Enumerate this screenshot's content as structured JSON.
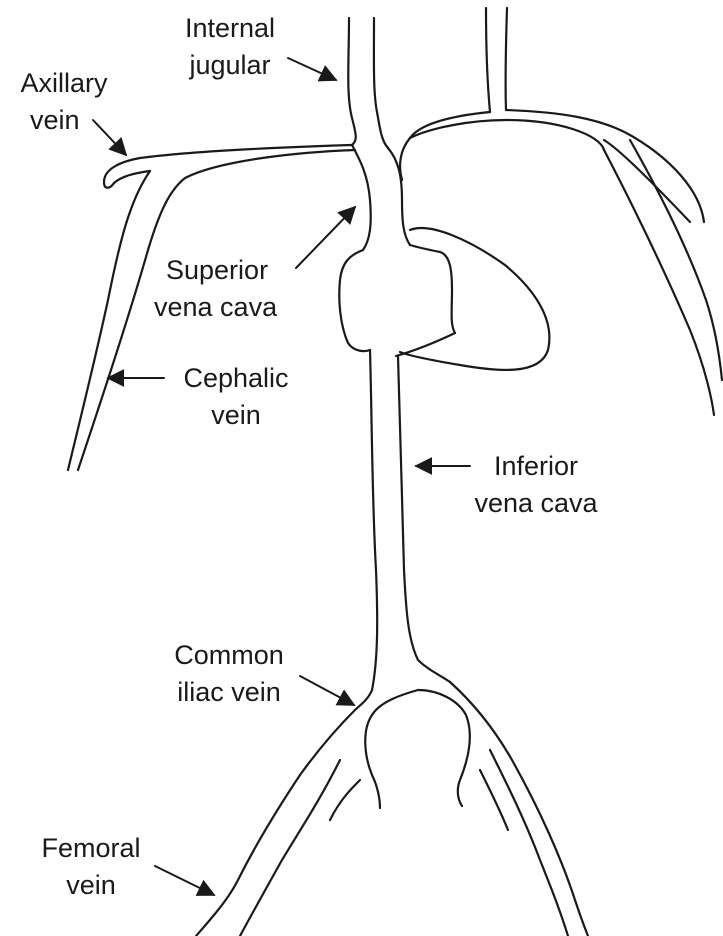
{
  "labels": {
    "internal_jugular": [
      "Internal",
      "jugular"
    ],
    "axillary_vein": [
      "Axillary",
      "vein"
    ],
    "superior_vena_cava": [
      "Superior",
      "vena cava"
    ],
    "cephalic_vein": [
      "Cephalic",
      "vein"
    ],
    "inferior_vena_cava": [
      "Inferior",
      "vena cava"
    ],
    "common_iliac_vein": [
      "Common",
      "iliac vein"
    ],
    "femoral_vein": [
      "Femoral",
      "vein"
    ]
  },
  "colors": {
    "line": "#1a1a1a",
    "background": "#ffffff"
  }
}
